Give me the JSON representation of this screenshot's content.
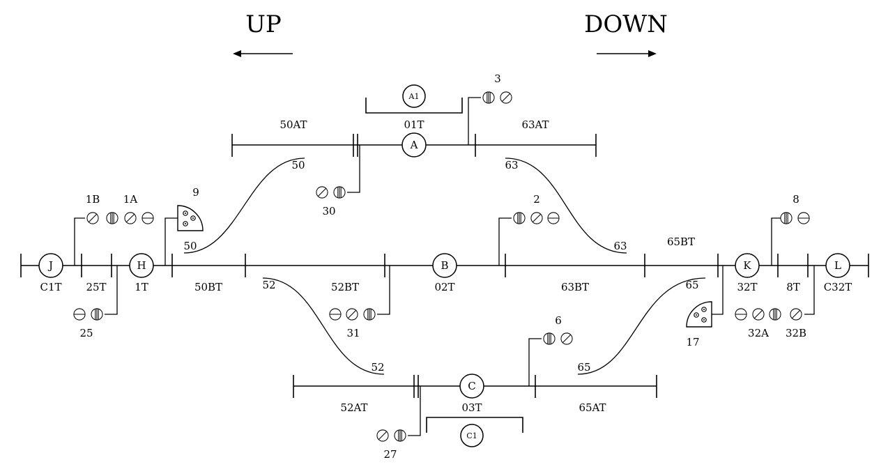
{
  "directions": {
    "up": "UP",
    "down": "DOWN"
  },
  "stations": {
    "A": "A",
    "A1": "A1",
    "B": "B",
    "C": "C",
    "C1": "C1",
    "H": "H",
    "J": "J",
    "K": "K",
    "L": "L"
  },
  "tracks": {
    "t01": "01T",
    "t50AT": "50AT",
    "t63AT": "63AT",
    "tC1T": "C1T",
    "t25T": "25T",
    "t1T": "1T",
    "t50BT": "50BT",
    "t52BT": "52BT",
    "t02T": "02T",
    "t63BT": "63BT",
    "t65BT": "65BT",
    "t32T": "32T",
    "t8T": "8T",
    "tC32T": "C32T",
    "t52AT": "52AT",
    "t03T": "03T",
    "t65AT": "65AT"
  },
  "switches": {
    "s50a": "50",
    "s50b": "50",
    "s63a": "63",
    "s63b": "63",
    "s52a": "52",
    "s52b": "52",
    "s65a": "65",
    "s65b": "65"
  },
  "signals": {
    "sig3": "3",
    "sig30": "30",
    "sig1B": "1B",
    "sig1A": "1A",
    "sig9": "9",
    "sig25": "25",
    "sig2": "2",
    "sig31": "31",
    "sig8": "8",
    "sig17": "17",
    "sig32A": "32A",
    "sig32B": "32B",
    "sig6": "6",
    "sig27": "27"
  }
}
